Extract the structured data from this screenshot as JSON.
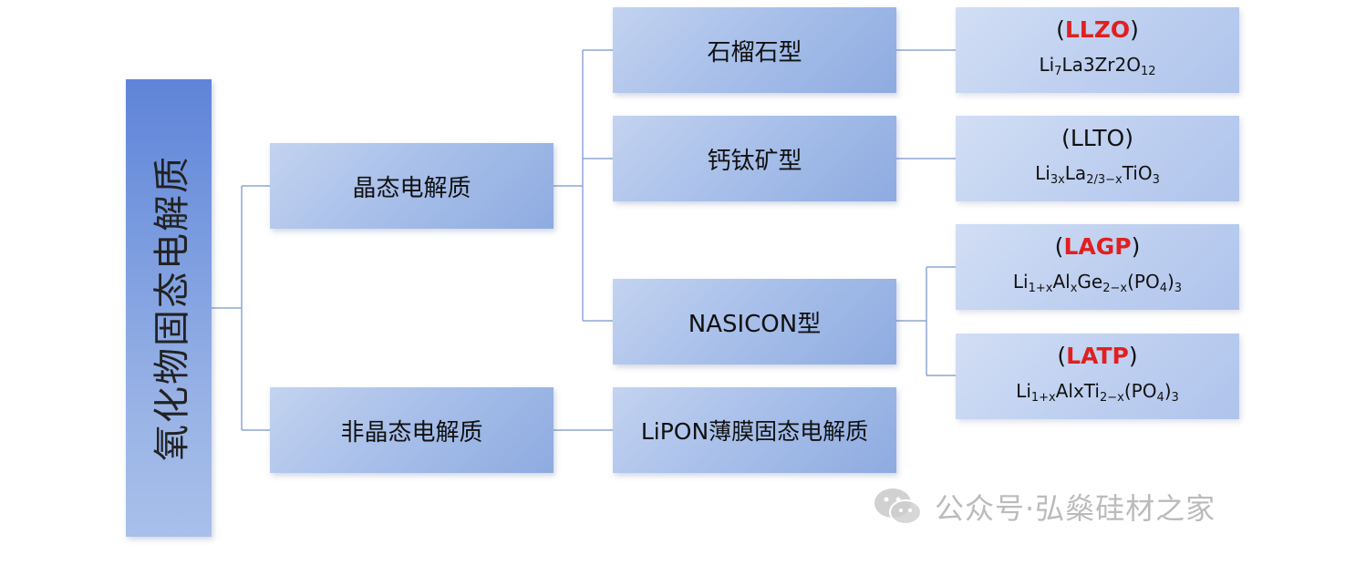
{
  "root": {
    "label": "氧化物固态电解质"
  },
  "level1": {
    "crystalline": "晶态电解质",
    "amorphous": "非晶态电解质"
  },
  "level2": {
    "garnet": "石榴石型",
    "perovskite": "钙钛矿型",
    "nasicon": "NASICON型",
    "lipon": "LiPON薄膜固态电解质"
  },
  "level3": {
    "llzo": {
      "abbr": "LLZO",
      "formula": [
        [
          "Li",
          ""
        ],
        [
          "7",
          "sub"
        ],
        [
          "La3Zr2O",
          ""
        ],
        [
          "12",
          "sub"
        ]
      ]
    },
    "llto": {
      "abbr": "LLTO",
      "formula": [
        [
          "Li",
          ""
        ],
        [
          "3x",
          "sub"
        ],
        [
          "La",
          ""
        ],
        [
          "2/3−x",
          "sub"
        ],
        [
          "TiO",
          ""
        ],
        [
          "3",
          "sub"
        ]
      ]
    },
    "lagp": {
      "abbr": "LAGP",
      "formula": [
        [
          "Li",
          ""
        ],
        [
          "1+x",
          "sub"
        ],
        [
          "Al",
          ""
        ],
        [
          "x",
          "sub"
        ],
        [
          "Ge",
          ""
        ],
        [
          "2−x",
          "sub"
        ],
        [
          "(PO",
          ""
        ],
        [
          "4",
          "sub"
        ],
        [
          ")",
          ""
        ],
        [
          "3",
          "sub"
        ]
      ]
    },
    "latp": {
      "abbr": "LATP",
      "formula": [
        [
          "Li",
          ""
        ],
        [
          "1+x",
          "sub"
        ],
        [
          "AlxTi",
          ""
        ],
        [
          "2−x",
          "sub"
        ],
        [
          "(PO",
          ""
        ],
        [
          "4",
          "sub"
        ],
        [
          ")",
          ""
        ],
        [
          "3",
          "sub"
        ]
      ]
    }
  },
  "watermark": {
    "text": "公众号·弘燊硅材之家"
  },
  "colors": {
    "highlight": "#e02020",
    "connector": "#8fa6d6",
    "root": "#5f84d8"
  }
}
